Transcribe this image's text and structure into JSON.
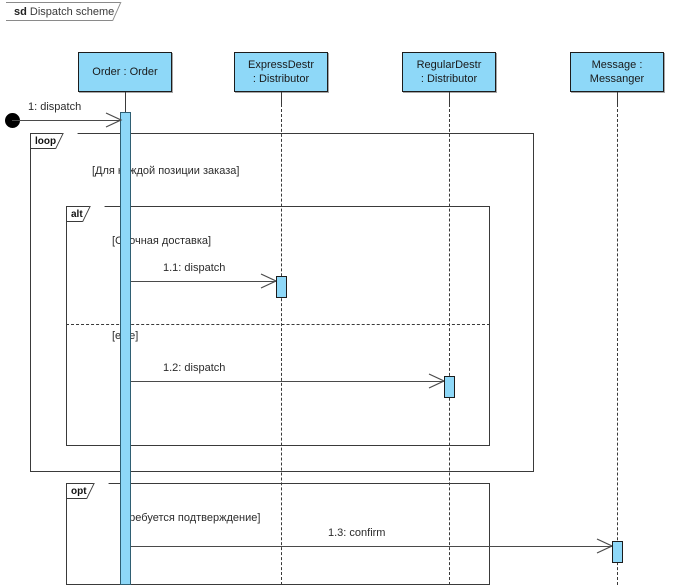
{
  "diagram": {
    "kind_keyword": "sd",
    "title": "Dispatch scheme",
    "type": "uml-sequence-diagram"
  },
  "lifelines": [
    {
      "id": "order",
      "line1": "Order : Order",
      "line2": ""
    },
    {
      "id": "expressdestr",
      "line1": "ExpressDestr",
      "line2": ": Distributor"
    },
    {
      "id": "regulardestr",
      "line1": "RegularDestr",
      "line2": ": Distributor"
    },
    {
      "id": "messenger",
      "line1": "Message :",
      "line2": "Messanger"
    }
  ],
  "messages": [
    {
      "id": "m1",
      "label": "1: dispatch",
      "from": "found",
      "to": "order"
    },
    {
      "id": "m11",
      "label": "1.1: dispatch",
      "from": "order",
      "to": "expressdestr"
    },
    {
      "id": "m12",
      "label": "1.2: dispatch",
      "from": "order",
      "to": "regulardestr"
    },
    {
      "id": "m13",
      "label": "1.3: confirm",
      "from": "order",
      "to": "messenger"
    }
  ],
  "fragments": [
    {
      "id": "loop",
      "operator": "loop",
      "guards": [
        "[Для каждой позиции заказа]"
      ]
    },
    {
      "id": "alt",
      "operator": "alt",
      "guards": [
        "[Срочная доставка]",
        "[else]"
      ]
    },
    {
      "id": "opt",
      "operator": "opt",
      "guards": [
        "[Требуется подтверждение]"
      ]
    }
  ],
  "colors": {
    "lifeline_fill": "#8ed8f8",
    "lifeline_border": "#1c1c1c",
    "line": "#4a4a4a",
    "text": "#2b2b2b",
    "background": "#ffffff"
  }
}
